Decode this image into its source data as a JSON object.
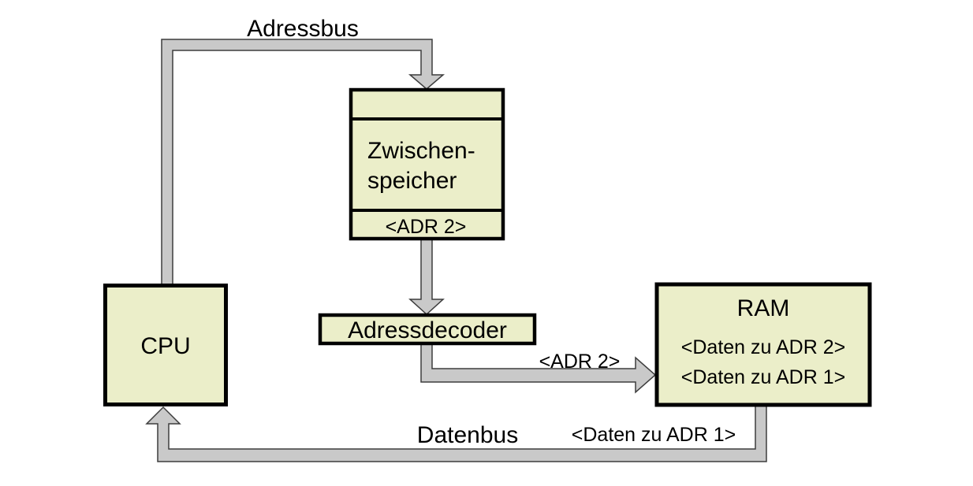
{
  "diagram": {
    "title_none": "",
    "colors": {
      "background": "#ffffff",
      "box_fill": "#ebeec9",
      "box_border": "#000000",
      "bus_fill": "#c9c9c9",
      "bus_outline": "#3d3d3d",
      "text": "#000000"
    },
    "bus_labels": {
      "adressbus": "Adressbus",
      "datenbus": "Datenbus",
      "adr2_on_bus": "<ADR 2>",
      "daten_zu_adr1_on_bus": "<Daten zu ADR 1>"
    },
    "nodes": {
      "cpu": {
        "title": "CPU"
      },
      "zwischenspeicher": {
        "line1": "Zwischen-",
        "line2": "speicher",
        "slot": "<ADR 2>"
      },
      "adressdecoder": {
        "title": "Adressdecoder"
      },
      "ram": {
        "title": "RAM",
        "row1": "<Daten zu ADR 2>",
        "row2": "<Daten zu ADR 1>"
      }
    },
    "edges": [
      {
        "from": "cpu",
        "to": "zwischenspeicher",
        "via": "adressbus"
      },
      {
        "from": "zwischenspeicher",
        "to": "adressdecoder",
        "payload": "<ADR 2>"
      },
      {
        "from": "adressdecoder",
        "to": "ram",
        "payload": "<ADR 2>"
      },
      {
        "from": "ram",
        "to": "cpu",
        "via": "datenbus",
        "payload": "<Daten zu ADR 1>"
      }
    ]
  }
}
